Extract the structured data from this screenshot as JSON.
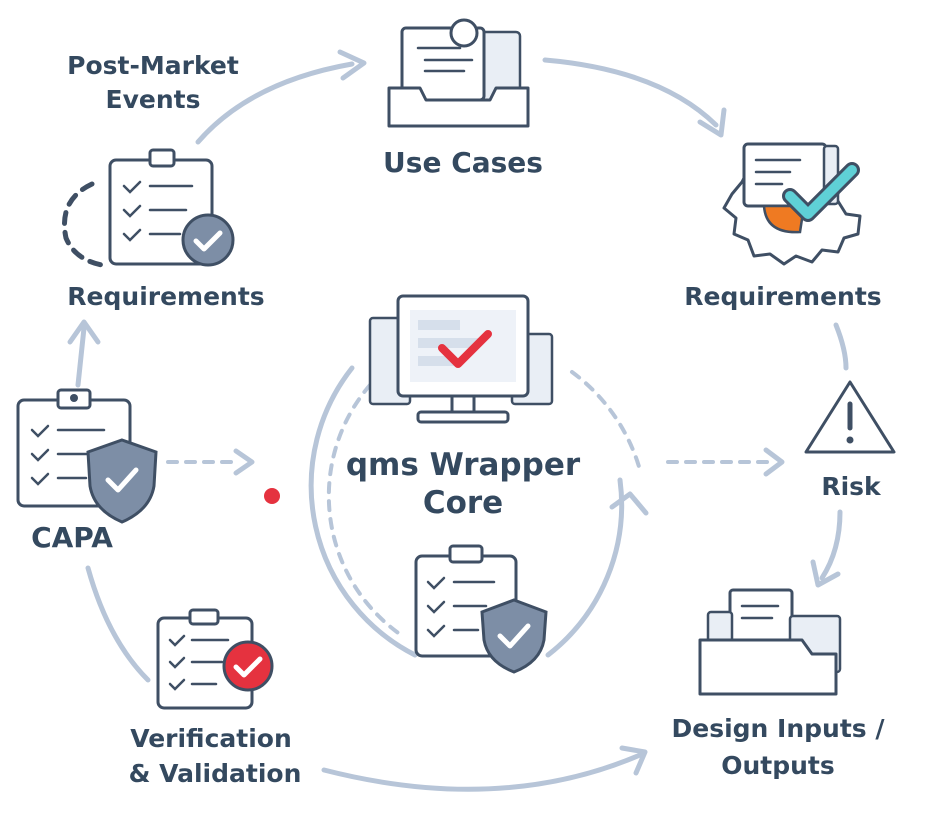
{
  "nodes": {
    "post_market": {
      "line1": "Post-Market",
      "line2": "Events"
    },
    "use_cases": {
      "label": "Use Cases"
    },
    "requirements_right": {
      "label": "Requirements"
    },
    "requirements_left": {
      "label": "Requirements"
    },
    "risk": {
      "label": "Risk"
    },
    "capa": {
      "label": "CAPA"
    },
    "design_io": {
      "line1": "Design Inputs /",
      "line2": "Outputs"
    },
    "vv": {
      "line1": "Verification",
      "line2": "& Validation"
    },
    "core": {
      "line1": "qms Wrapper",
      "line2": "Core"
    }
  },
  "colors": {
    "ink": "#3f4f64",
    "label": "#34495f",
    "flow": "#b7c5d8",
    "accent_red": "#e5323f",
    "accent_teal": "#5fd0d6",
    "accent_orange": "#ef7a22",
    "badge_grey": "#7d8ea6"
  },
  "icons": [
    "inbox-tray-icon",
    "gear-check-icon",
    "clipboard-check-icon",
    "warning-triangle-icon",
    "shield-check-icon",
    "monitor-check-icon",
    "folder-tray-icon"
  ]
}
